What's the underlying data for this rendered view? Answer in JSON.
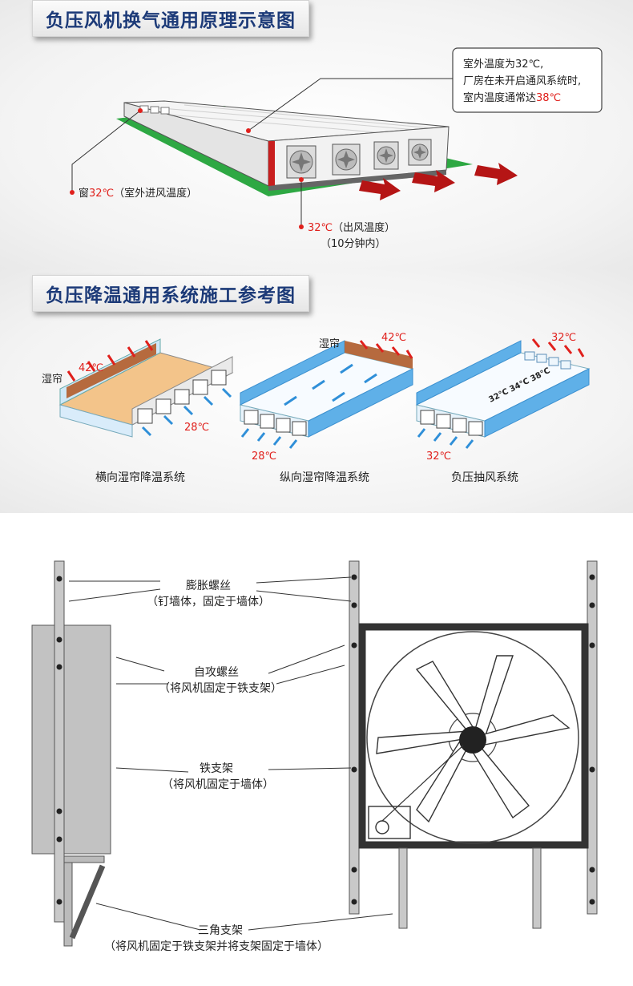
{
  "section1": {
    "title": "负压风机换气通用原理示意图",
    "callout_line1": "室外温度为32℃,",
    "callout_line2": "厂房在未开启通风系统时,",
    "callout_line3_prefix": "室内温度通常达",
    "callout_line3_value": "38℃",
    "window_prefix": "窗",
    "window_temp": "32℃",
    "window_suffix": "（室外进风温度）",
    "outlet_temp": "32℃",
    "outlet_suffix": "（出风温度）",
    "outlet_note": "（10分钟内）"
  },
  "section2": {
    "title": "负压降温通用系统施工参考图",
    "systems": [
      {
        "caption": "横向湿帘降温系统",
        "curtain_label": "湿帘",
        "in_temp": "42℃",
        "out_temp": "28℃"
      },
      {
        "caption": "纵向湿帘降温系统",
        "curtain_label": "湿帘",
        "in_temp": "42℃",
        "out_temp": "28℃"
      },
      {
        "caption": "负压抽风系统",
        "in_temp": "32℃",
        "out_temp": "32℃",
        "gradient": [
          "32℃",
          "34℃",
          "38℃"
        ]
      }
    ]
  },
  "section3": {
    "labels": [
      {
        "title": "膨胀螺丝",
        "note": "（钉墙体，固定于墙体）"
      },
      {
        "title": "自攻螺丝",
        "note": "（将风机固定于铁支架）"
      },
      {
        "title": "铁支架",
        "note": "（将风机固定于墙体）"
      },
      {
        "title": "三角支架",
        "note": "（将风机固定于铁支架并将支架固定于墙体）"
      }
    ]
  },
  "colors": {
    "title_text": "#1c3a78",
    "hot_red": "#e0201c",
    "arrow_red": "#b51515",
    "cool_blue": "#2f8fd8",
    "grass": "#2ea843",
    "frame_dark": "#333333"
  }
}
